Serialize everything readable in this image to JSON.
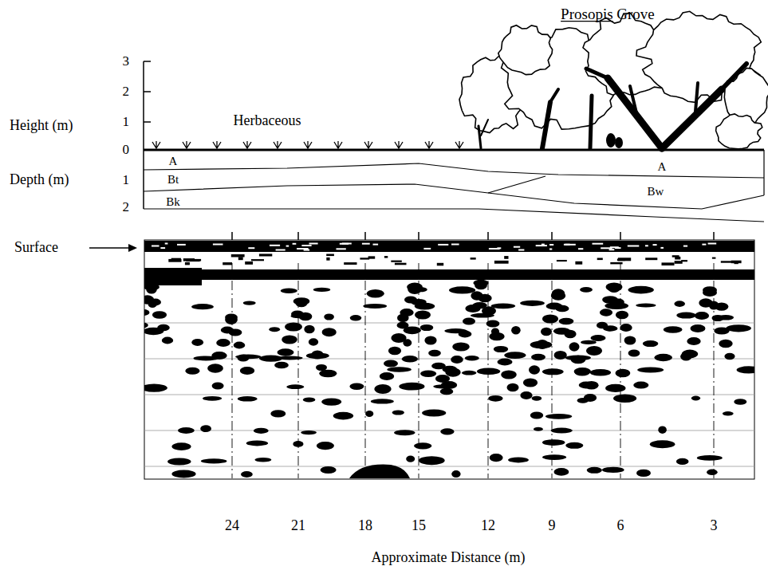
{
  "diagram": {
    "labels": [
      "Prosopis Grove",
      "3",
      "2",
      "1",
      "0",
      "Height (m)",
      "Herbaceous",
      "A",
      "Bt",
      "Bk",
      "Depth (m)",
      "1",
      "2",
      "A",
      "Bw",
      "Surface",
      "24",
      "21",
      "18",
      "15",
      "12",
      "9",
      "6",
      "3",
      "Approximate Distance (m)"
    ]
  }
}
